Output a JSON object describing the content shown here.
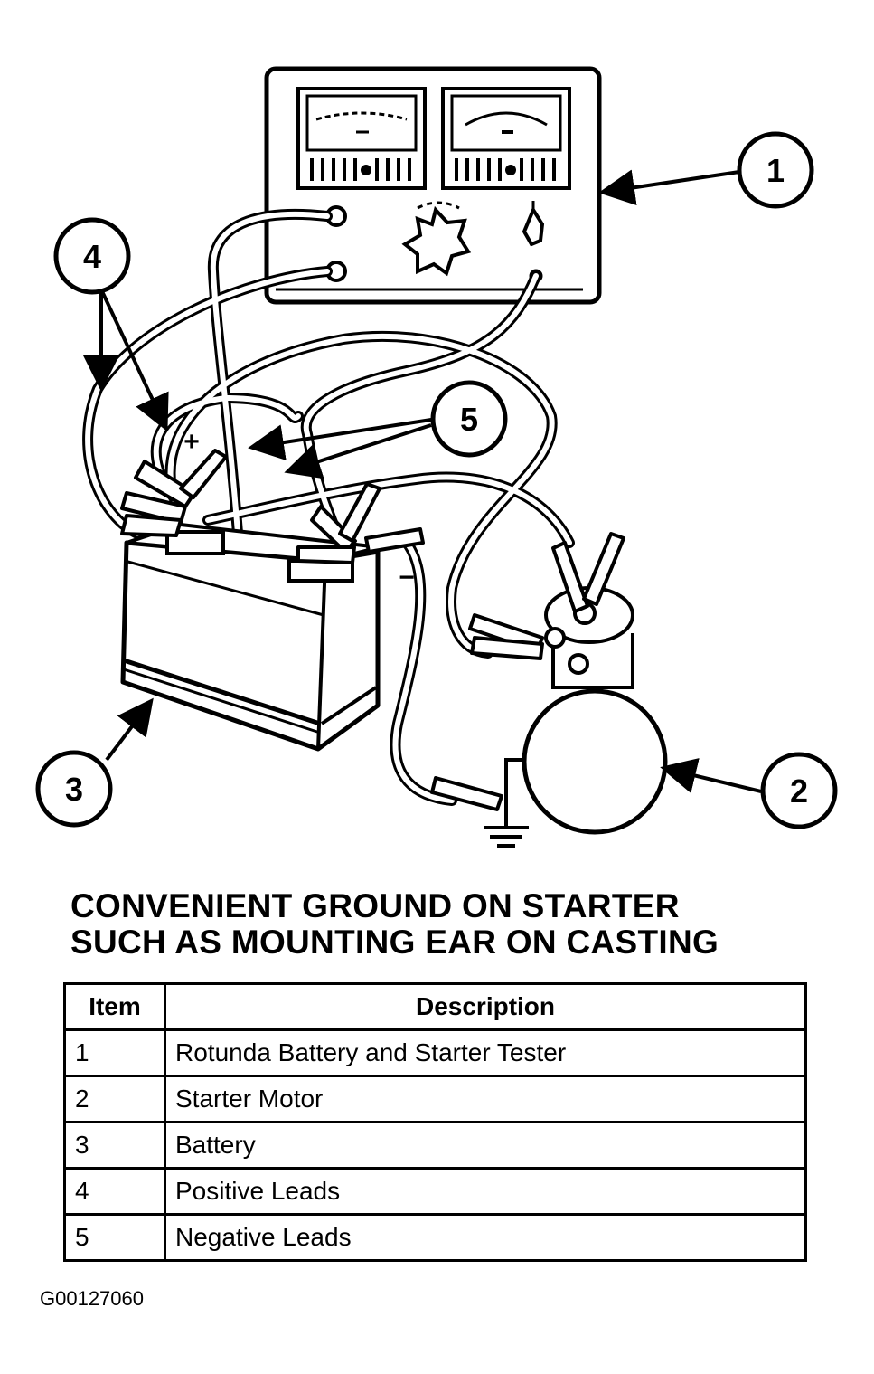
{
  "callouts": [
    "1",
    "2",
    "3",
    "4",
    "5"
  ],
  "battery_marks": {
    "positive": "+",
    "negative": "−"
  },
  "caption": {
    "line1": "CONVENIENT GROUND ON STARTER",
    "line2": "SUCH AS MOUNTING EAR ON CASTING"
  },
  "table": {
    "headers": {
      "item": "Item",
      "description": "Description"
    },
    "rows": [
      {
        "item": "1",
        "description": "Rotunda Battery and Starter Tester"
      },
      {
        "item": "2",
        "description": "Starter Motor"
      },
      {
        "item": "3",
        "description": "Battery"
      },
      {
        "item": "4",
        "description": "Positive Leads"
      },
      {
        "item": "5",
        "description": "Negative Leads"
      }
    ]
  },
  "figure_id": "G00127060"
}
